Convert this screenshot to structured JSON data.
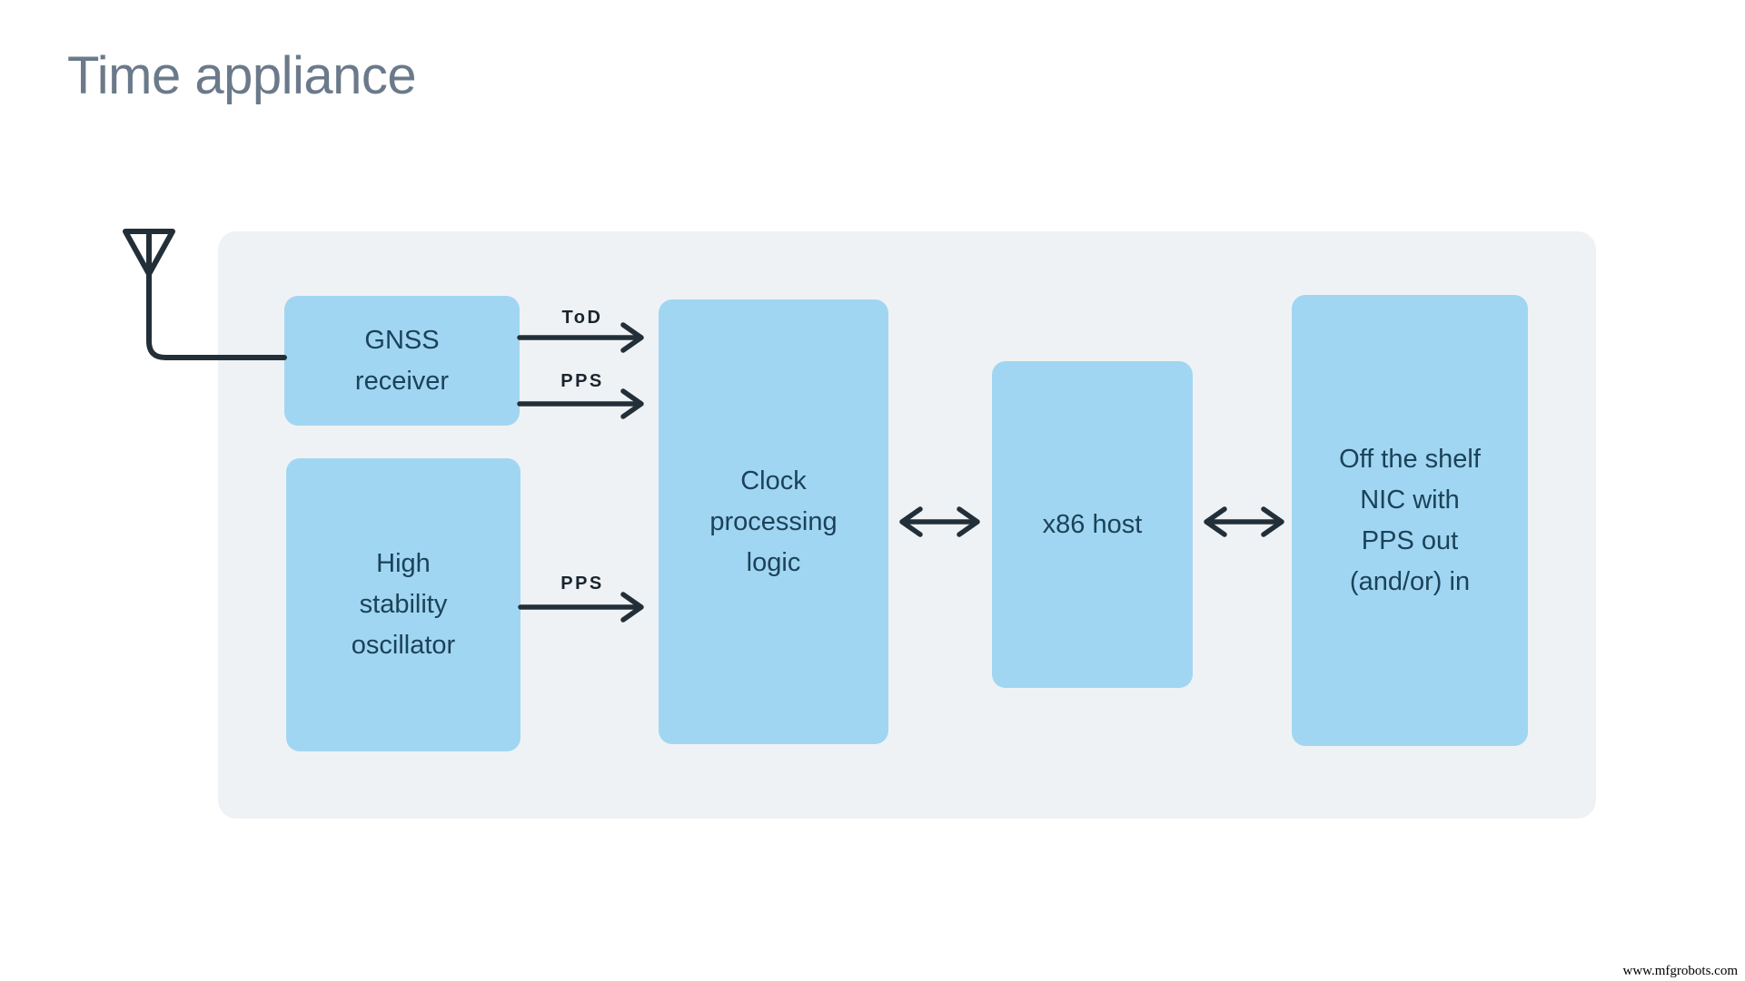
{
  "title": "Time appliance",
  "panel": {
    "name": "time-appliance-enclosure"
  },
  "boxes": {
    "gnss": {
      "label": "GNSS\nreceiver"
    },
    "oscillator": {
      "label": "High\nstability\noscillator"
    },
    "clock": {
      "label": "Clock\nprocessing\nlogic"
    },
    "host": {
      "label": "x86 host"
    },
    "nic": {
      "label": "Off the shelf\nNIC with\nPPS out\n(and/or) in"
    }
  },
  "arrows": {
    "tod_gnss_to_clock": {
      "label": "ToD",
      "direction": "right"
    },
    "pps_gnss_to_clock": {
      "label": "PPS",
      "direction": "right"
    },
    "pps_osc_to_clock": {
      "label": "PPS",
      "direction": "right"
    },
    "clock_host_link": {
      "label": "",
      "direction": "both"
    },
    "host_nic_link": {
      "label": "",
      "direction": "both"
    }
  },
  "icons": {
    "antenna": "antenna-icon"
  },
  "watermark": "www.mfgrobots.com",
  "colors": {
    "canvas_bg": "#ffffff",
    "panel_bg": "#eff2f5",
    "box_fill": "#a1d6f2",
    "box_text": "#1b4259",
    "title_text": "#6b7a8a",
    "line_color": "#232f38",
    "label_text": "#1a242c",
    "watermark_text": "#000000"
  }
}
